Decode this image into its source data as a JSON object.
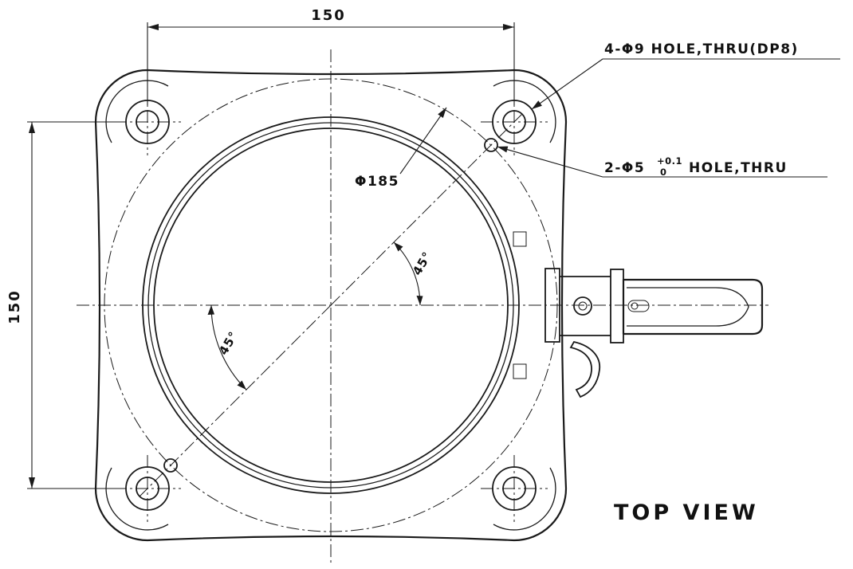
{
  "drawing": {
    "view_title": "TOP VIEW",
    "dim_width": "150",
    "dim_height": "150",
    "bolt_circle_label": "Φ185",
    "angle_upper": "45°",
    "angle_lower": "45°",
    "note_corner_holes": "4-Φ9 HOLE,THRU(DP8)",
    "note_pin_prefix": "2-Φ5",
    "note_pin_tol_upper": "+0.1",
    "note_pin_tol_lower": "0",
    "note_pin_suffix": "HOLE,THRU",
    "colors": {
      "ink": "#1a1a1a",
      "paper": "#ffffff"
    }
  }
}
